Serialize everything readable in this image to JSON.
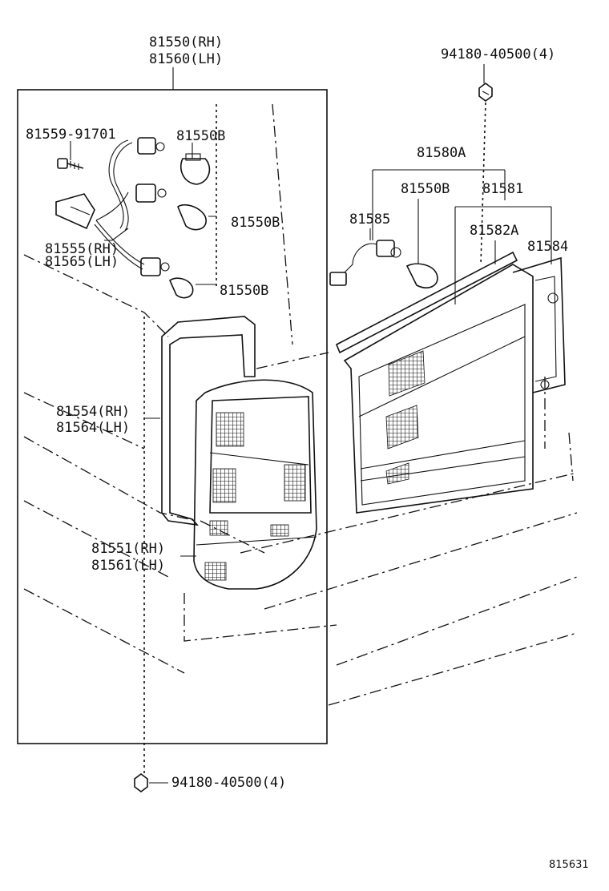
{
  "labels": {
    "housing_rh": "81550(RH)",
    "housing_lh": "81560(LH)",
    "nut_top": "94180-40500(4)",
    "screw": "81559-91701",
    "bulb_b1": "81550B",
    "bulb_b2": "81550B",
    "bulb_b3": "81550B",
    "socket_rh": "81555(RH)",
    "socket_lh": "81565(LH)",
    "assy": "81580A",
    "bulb_b4": "81550B",
    "garnish": "81581",
    "wire": "81585",
    "lens_center": "81582A",
    "gasket_center": "81584",
    "gasket_rh": "81554(RH)",
    "gasket_lh": "81564(LH)",
    "lens_rh": "81551(RH)",
    "lens_lh": "81561(LH)",
    "nut_bottom": "94180-40500(4)",
    "figure_code": "815631"
  }
}
